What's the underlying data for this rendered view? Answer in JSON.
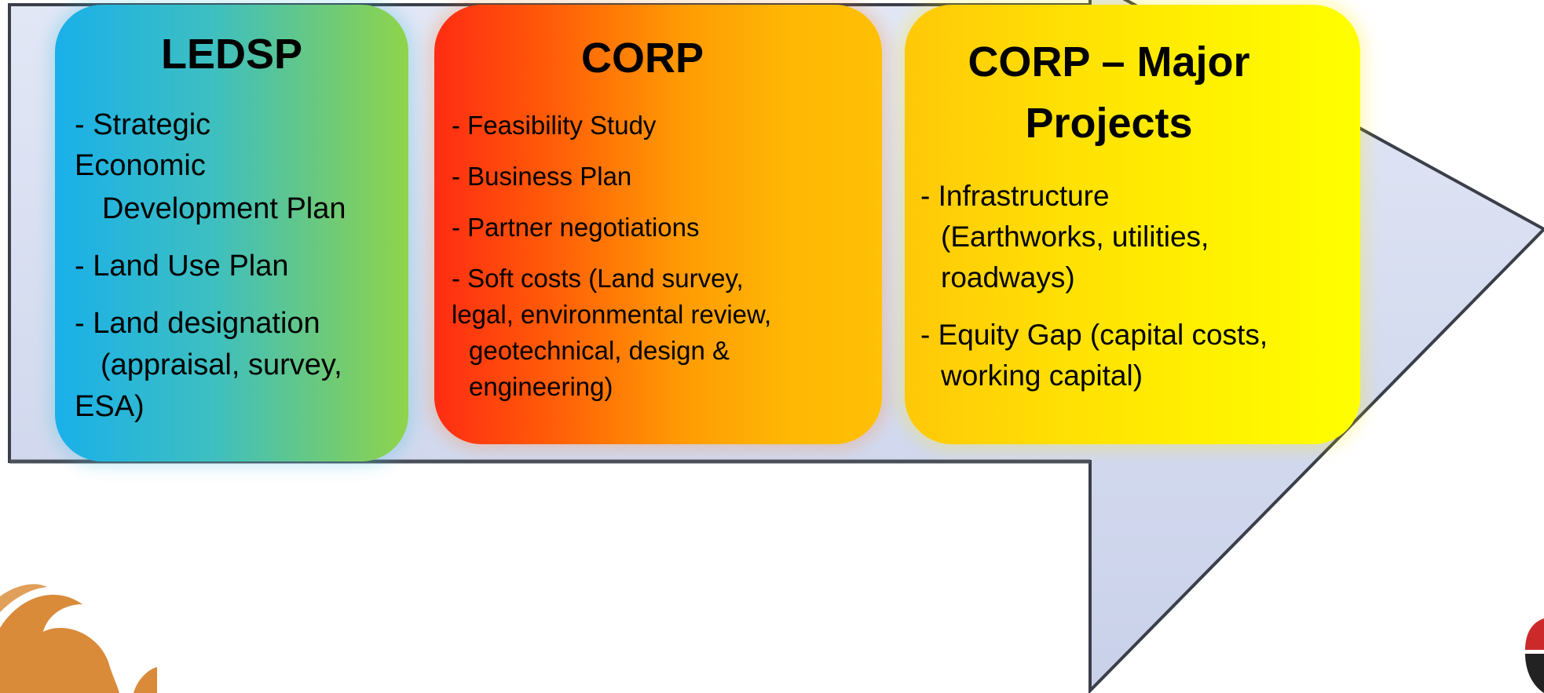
{
  "stages": [
    {
      "title": "LEDSP",
      "items": [
        "-  Strategic",
        "Economic",
        "Development Plan",
        "-  Land Use  Plan",
        "-  Land designation",
        "(appraisal, survey,",
        "ESA)"
      ]
    },
    {
      "title": "CORP",
      "items": [
        "- Feasibility Study",
        "- Business  Plan",
        "- Partner  negotiations",
        "- Soft costs (Land survey,",
        "legal, environmental review,",
        "geotechnical, design &",
        "engineering)"
      ]
    },
    {
      "title_lines": [
        "CORP – Major",
        "Projects"
      ],
      "items": [
        "- Infrastructure",
        "(Earthworks, utilities,",
        "roadways)",
        "- Equity Gap (capital costs,",
        "working capital)"
      ]
    }
  ],
  "colors": {
    "arrow_fill": "#d5dcf0",
    "arrow_stroke": "#3a3f4a",
    "ledsp_gradient": [
      "#19b0ea",
      "#8fd44a"
    ],
    "corp_gradient": [
      "#ff2c12",
      "#ffc005"
    ],
    "major_gradient": [
      "#ffc808",
      "#ffff00"
    ],
    "logo_left": "#d98b3a",
    "logo_right": "#cc2a2a"
  },
  "icons": {
    "left_logo": "bird-logo-icon",
    "right_logo": "emblem-logo-icon"
  }
}
